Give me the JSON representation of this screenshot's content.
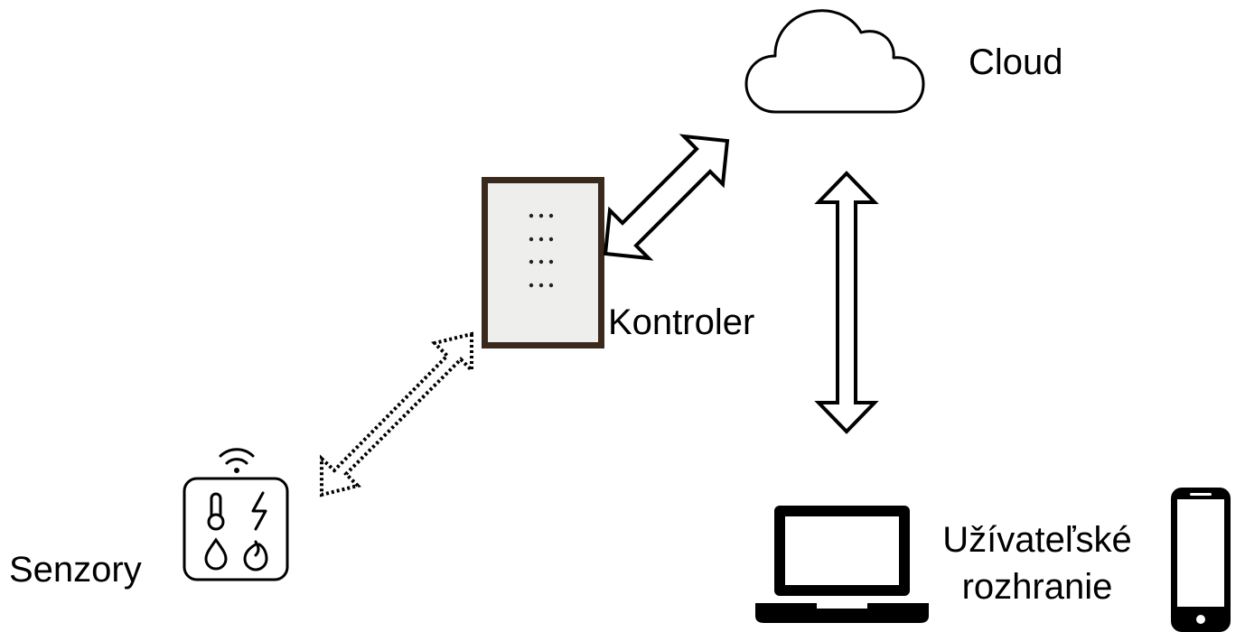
{
  "nodes": {
    "cloud": {
      "label": "Cloud",
      "icon": "cloud-icon"
    },
    "controller": {
      "label": "Kontroler",
      "icon": "controller-panel-icon"
    },
    "sensors": {
      "label": "Senzory",
      "icon": "sensor-box-icon"
    },
    "user_interface": {
      "label_line1": "Užívateľské",
      "label_line2": "rozhranie",
      "icons": [
        "laptop-icon",
        "smartphone-icon"
      ]
    }
  },
  "connections": [
    {
      "from": "controller",
      "to": "cloud",
      "style": "solid",
      "direction": "bidirectional"
    },
    {
      "from": "cloud",
      "to": "user_interface",
      "style": "solid",
      "direction": "bidirectional"
    },
    {
      "from": "sensors",
      "to": "controller",
      "style": "dotted",
      "direction": "bidirectional"
    }
  ],
  "colors": {
    "stroke": "#000000",
    "background": "#ffffff",
    "controller_face": "#eeeeec",
    "controller_frame": "#3a2a1e"
  }
}
